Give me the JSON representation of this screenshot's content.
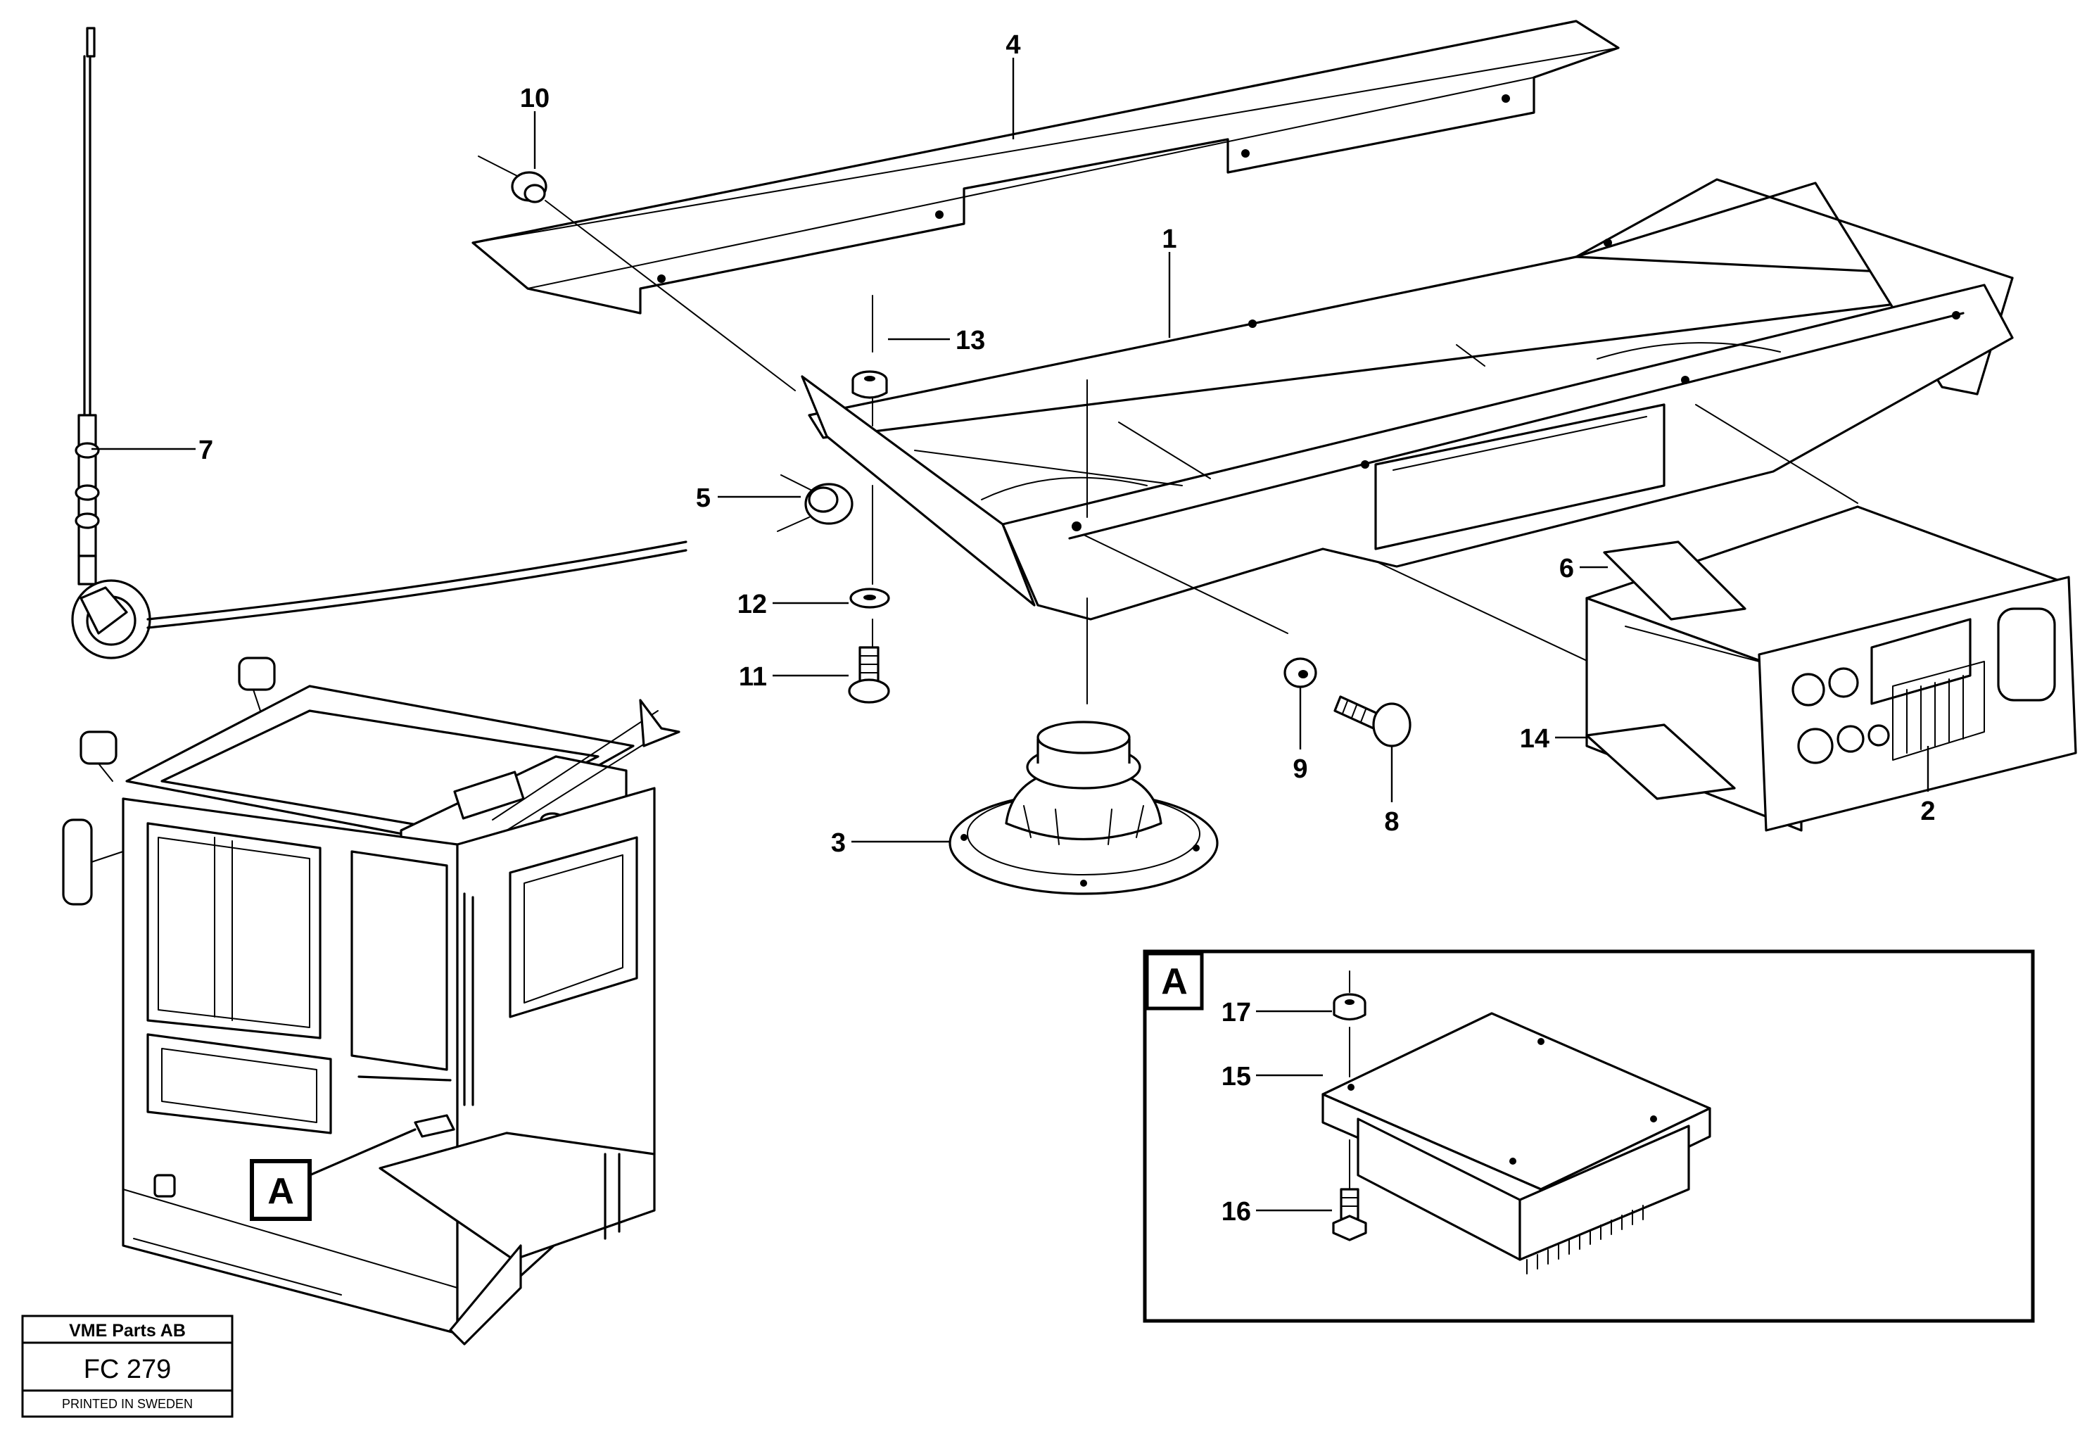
{
  "callouts": {
    "c1": "1",
    "c2": "2",
    "c3": "3",
    "c4": "4",
    "c5": "5",
    "c6": "6",
    "c7": "7",
    "c8": "8",
    "c9": "9",
    "c10": "10",
    "c11": "11",
    "c12": "12",
    "c13": "13",
    "c14": "14",
    "c15": "15",
    "c16": "16",
    "c17": "17"
  },
  "detail": {
    "marker": "A",
    "inset_marker": "A"
  },
  "title_block": {
    "company": "VME Parts AB",
    "figure_code": "FC 279",
    "print_note": "PRINTED IN SWEDEN"
  }
}
